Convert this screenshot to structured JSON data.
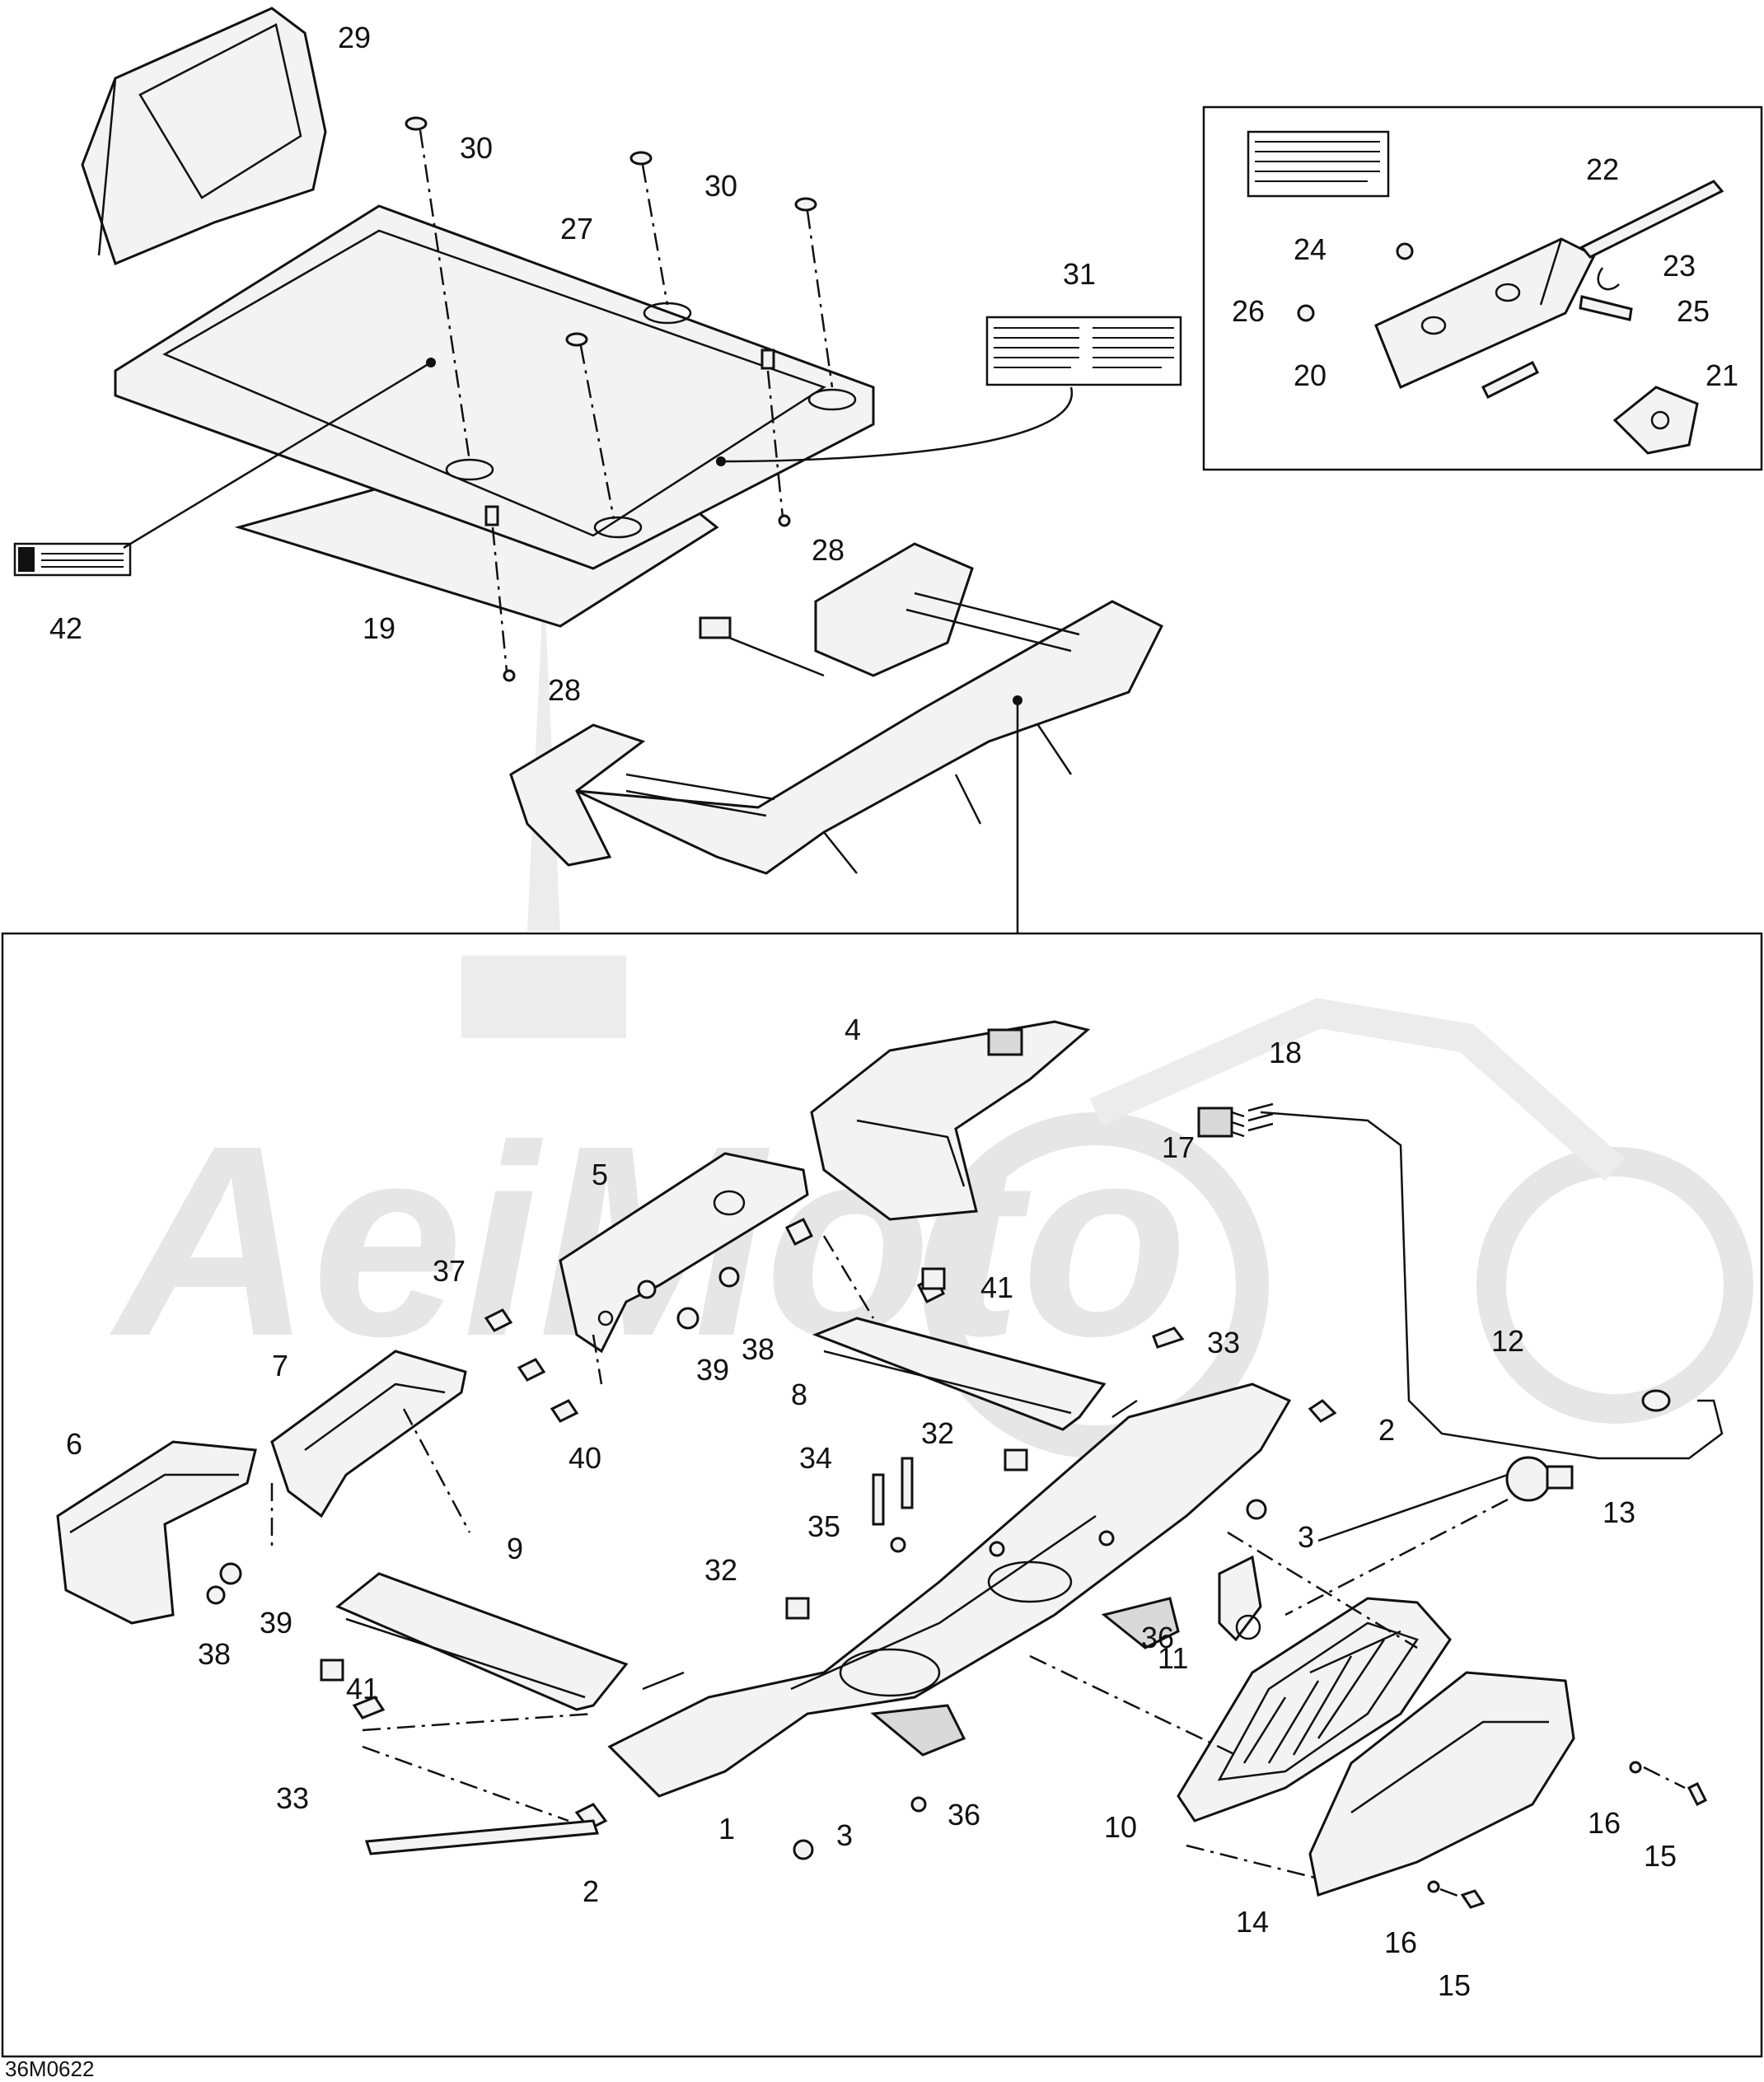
{
  "watermark": "AeiMoto",
  "drawing_code": "36M0622",
  "callouts": {
    "c1": "1",
    "c2a": "2",
    "c2b": "2",
    "c3a": "3",
    "c3b": "3",
    "c4": "4",
    "c5": "5",
    "c6": "6",
    "c7": "7",
    "c8": "8",
    "c9": "9",
    "c10": "10",
    "c11": "11",
    "c12": "12",
    "c13": "13",
    "c14": "14",
    "c15a": "15",
    "c15b": "15",
    "c16a": "16",
    "c16b": "16",
    "c17": "17",
    "c18": "18",
    "c19": "19",
    "c20": "20",
    "c21": "21",
    "c22": "22",
    "c23": "23",
    "c24": "24",
    "c25": "25",
    "c26": "26",
    "c27": "27",
    "c28a": "28",
    "c28b": "28",
    "c29": "29",
    "c30a": "30",
    "c30b": "30",
    "c31": "31",
    "c32a": "32",
    "c32b": "32",
    "c33a": "33",
    "c33b": "33",
    "c34": "34",
    "c35": "35",
    "c36a": "36",
    "c36b": "36",
    "c37": "37",
    "c38a": "38",
    "c38b": "38",
    "c39a": "39",
    "c39b": "39",
    "c40": "40",
    "c41a": "41",
    "c41b": "41",
    "c42": "42"
  }
}
